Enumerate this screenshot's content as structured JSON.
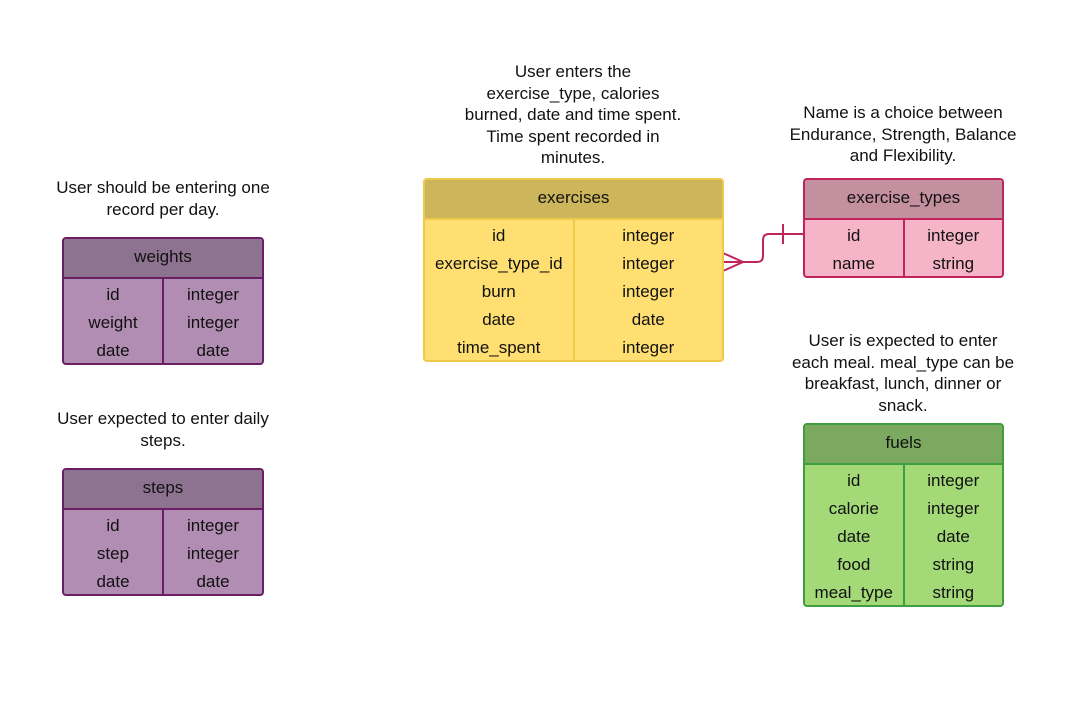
{
  "notes": {
    "weights_note": "User should be entering one\nrecord per day.",
    "steps_note": "User expected to enter daily\nsteps.",
    "exercises_note": "User enters the\nexercise_type, calories\nburned, date and time spent.\nTime spent recorded in\nminutes.",
    "exercise_types_note": "Name is a choice between\nEndurance, Strength, Balance\nand Flexibility.",
    "fuels_note": "User is expected to enter\neach meal.  meal_type can be\nbreakfast, lunch, dinner or\nsnack."
  },
  "tables": {
    "weights": {
      "name": "weights",
      "fields": [
        "id",
        "weight",
        "date"
      ],
      "types": [
        "integer",
        "integer",
        "date"
      ],
      "colors": {
        "header": "#8e7391",
        "body": "#b18db3",
        "border": "#6a1e64"
      }
    },
    "steps": {
      "name": "steps",
      "fields": [
        "id",
        "step",
        "date"
      ],
      "types": [
        "integer",
        "integer",
        "date"
      ],
      "colors": {
        "header": "#8e7391",
        "body": "#b18db3",
        "border": "#6a1e64"
      }
    },
    "exercises": {
      "name": "exercises",
      "fields": [
        "id",
        "exercise_type_id",
        "burn",
        "date",
        "time_spent"
      ],
      "types": [
        "integer",
        "integer",
        "integer",
        "date",
        "integer"
      ],
      "colors": {
        "header": "#cdb55b",
        "body": "#ffdf71",
        "border": "#f0c94a"
      }
    },
    "exercise_types": {
      "name": "exercise_types",
      "fields": [
        "id",
        "name"
      ],
      "types": [
        "integer",
        "string"
      ],
      "colors": {
        "header": "#c4909f",
        "body": "#f5b4c7",
        "border": "#c0245c"
      }
    },
    "fuels": {
      "name": "fuels",
      "fields": [
        "id",
        "calorie",
        "date",
        "food",
        "meal_type"
      ],
      "types": [
        "integer",
        "integer",
        "date",
        "string",
        "string"
      ],
      "colors": {
        "header": "#7ba95f",
        "body": "#a3d977",
        "border": "#3f9e3e"
      }
    }
  },
  "relationship": {
    "from": "exercises",
    "to": "exercise_types",
    "from_end": "many",
    "to_end": "one",
    "color": "#c0245c"
  }
}
